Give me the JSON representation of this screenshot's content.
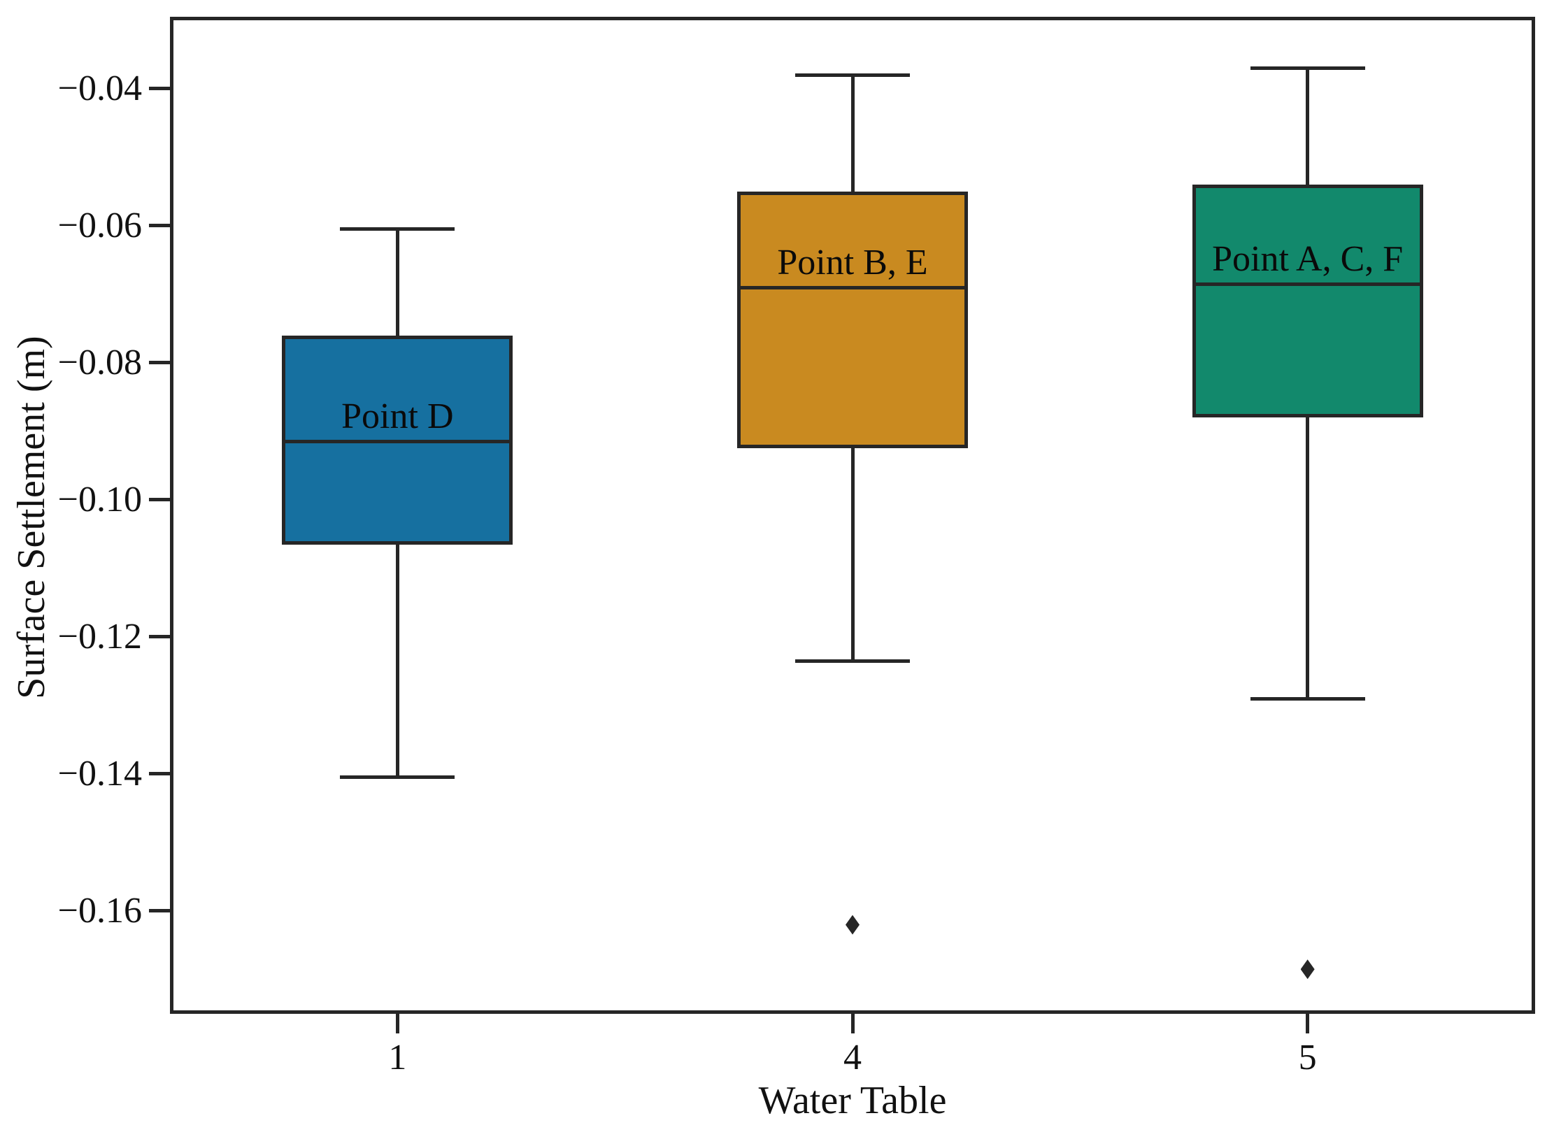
{
  "chart_data": {
    "type": "box",
    "title": "",
    "xlabel": "Water Table",
    "ylabel": "Surface Settlement (m)",
    "categories": [
      "1",
      "4",
      "5"
    ],
    "ylim": [
      -0.175,
      -0.0295
    ],
    "grid": false,
    "legend": "none",
    "y_tick_values": [
      -0.04,
      -0.06,
      -0.08,
      -0.1,
      -0.12,
      -0.14,
      -0.16
    ],
    "y_tick_labels": [
      "−0.04",
      "−0.06",
      "−0.08",
      "−0.10",
      "−0.12",
      "−0.14",
      "−0.16"
    ],
    "line_color": "#262626",
    "series": [
      {
        "category": "1",
        "label": "Point D",
        "color": "#1670a0",
        "whisker_low": -0.1405,
        "q1": -0.1065,
        "median": -0.0915,
        "q3": -0.076,
        "whisker_high": -0.0605,
        "outliers": []
      },
      {
        "category": "4",
        "label": "Point B, E",
        "color": "#c98a20",
        "whisker_low": -0.1235,
        "q1": -0.0925,
        "median": -0.069,
        "q3": -0.055,
        "whisker_high": -0.038,
        "outliers": [
          -0.162
        ]
      },
      {
        "category": "5",
        "label": "Point A, C, F",
        "color": "#12896c",
        "whisker_low": -0.129,
        "q1": -0.088,
        "median": -0.0685,
        "q3": -0.054,
        "whisker_high": -0.037,
        "outliers": [
          -0.1685
        ]
      }
    ]
  }
}
